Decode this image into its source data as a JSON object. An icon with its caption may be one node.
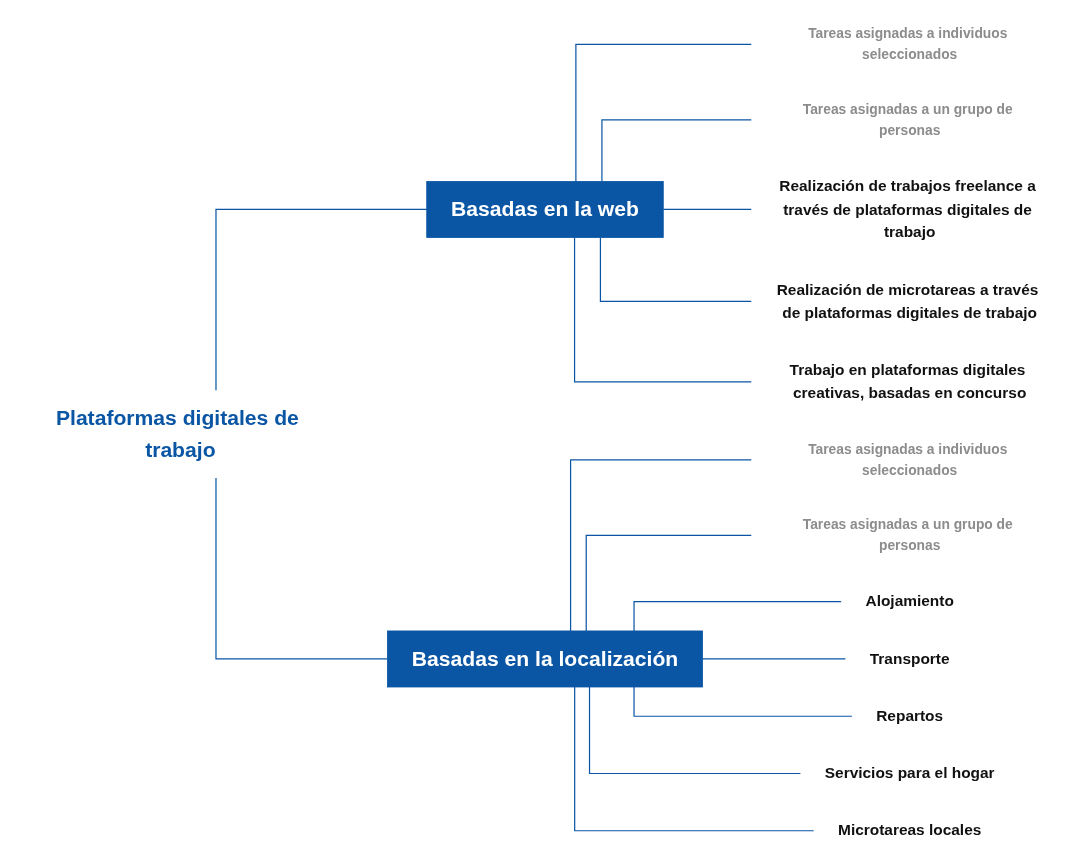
{
  "diagram": {
    "nodes": [
      {
        "text": [
          "Plataformas digitales de trabajo"
        ]
      },
      {
        "text": [
          "Basadas en la web"
        ]
      },
      {
        "text": [
          "Tareas asignadas a individuos seleccionados"
        ]
      },
      {
        "text": [
          "Tareas asignadas a un grupo de personas"
        ]
      },
      {
        "text": [
          "Realización de trabajos freelance a través de plataformas digitales de trabajo"
        ]
      },
      {
        "text": [
          "Realización de microtareas a través de plataformas digitales de trabajo"
        ]
      },
      {
        "text": [
          "Trabajo en plataformas digitales creativas, basadas en concurso"
        ]
      },
      {
        "text": [
          "Basadas en la localización"
        ]
      },
      {
        "text": [
          "Tareas asignadas a individuos seleccionados"
        ]
      },
      {
        "text": [
          "Tareas asignadas a un grupo de personas"
        ]
      },
      {
        "text": [
          "Alojamiento"
        ]
      },
      {
        "text": [
          "Transporte"
        ]
      },
      {
        "text": [
          "Repartos"
        ]
      },
      {
        "text": [
          "Servicios para el hogar"
        ]
      },
      {
        "text": [
          "Microtareas locales"
        ]
      }
    ],
    "edges": [
      {
        "from": 0,
        "to": 1,
        "arrow": "none"
      },
      {
        "from": 1,
        "to": 2,
        "arrow": "none"
      },
      {
        "from": 1,
        "to": 3,
        "arrow": "none"
      },
      {
        "from": 1,
        "to": 4,
        "arrow": "none"
      },
      {
        "from": 1,
        "to": 5,
        "arrow": "none"
      },
      {
        "from": 1,
        "to": 6,
        "arrow": "none"
      },
      {
        "from": 0,
        "to": 7,
        "arrow": "none"
      },
      {
        "from": 7,
        "to": 8,
        "arrow": "none"
      },
      {
        "from": 7,
        "to": 9,
        "arrow": "none"
      },
      {
        "from": 7,
        "to": 10,
        "arrow": "none"
      },
      {
        "from": 7,
        "to": 11,
        "arrow": "none"
      },
      {
        "from": 7,
        "to": 12,
        "arrow": "none"
      },
      {
        "from": 7,
        "to": 13,
        "arrow": "none"
      },
      {
        "from": 7,
        "to": 14,
        "arrow": "none"
      }
    ]
  }
}
